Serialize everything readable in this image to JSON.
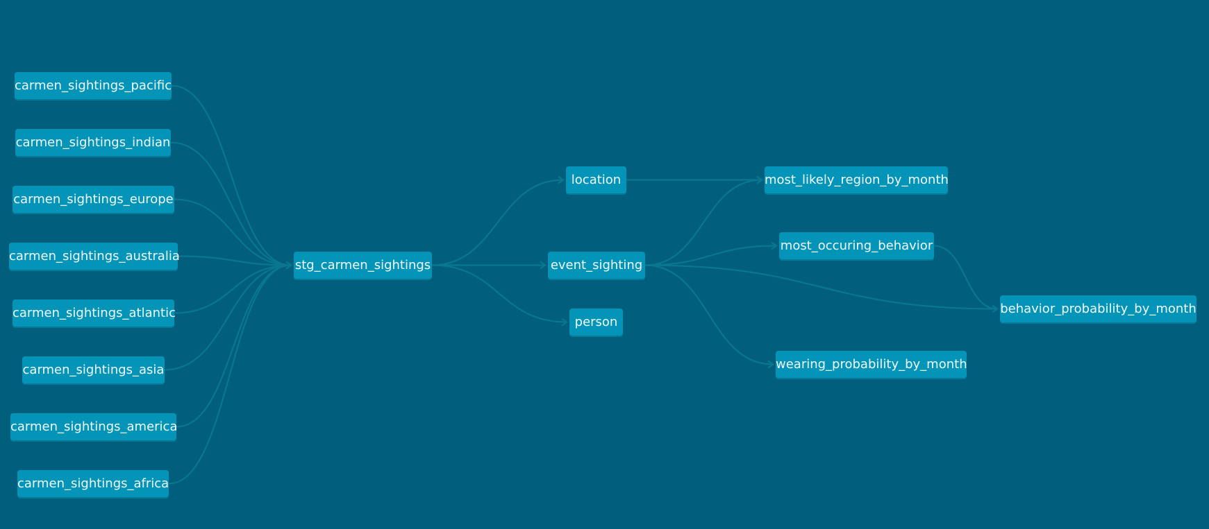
{
  "nodes": {
    "pacific": "carmen_sightings_pacific",
    "indian": "carmen_sightings_indian",
    "europe": "carmen_sightings_europe",
    "australia": "carmen_sightings_australia",
    "atlantic": "carmen_sightings_atlantic",
    "asia": "carmen_sightings_asia",
    "america": "carmen_sightings_america",
    "africa": "carmen_sightings_africa",
    "stg": "stg_carmen_sightings",
    "location": "location",
    "event": "event_sighting",
    "person": "person",
    "region": "most_likely_region_by_month",
    "behavior": "most_occuring_behavior",
    "wearing": "wearing_probability_by_month",
    "probability": "behavior_probability_by_month"
  },
  "edges": [
    [
      "pacific",
      "stg"
    ],
    [
      "indian",
      "stg"
    ],
    [
      "europe",
      "stg"
    ],
    [
      "australia",
      "stg"
    ],
    [
      "atlantic",
      "stg"
    ],
    [
      "asia",
      "stg"
    ],
    [
      "america",
      "stg"
    ],
    [
      "africa",
      "stg"
    ],
    [
      "stg",
      "location"
    ],
    [
      "stg",
      "event"
    ],
    [
      "stg",
      "person"
    ],
    [
      "location",
      "region"
    ],
    [
      "event",
      "region"
    ],
    [
      "event",
      "behavior"
    ],
    [
      "event",
      "wearing"
    ],
    [
      "event",
      "probability"
    ],
    [
      "behavior",
      "probability"
    ]
  ],
  "colors": {
    "background": "#015e7c",
    "node": "#0494b8",
    "edge": "#0a7790",
    "text": "#f2fbfe"
  }
}
